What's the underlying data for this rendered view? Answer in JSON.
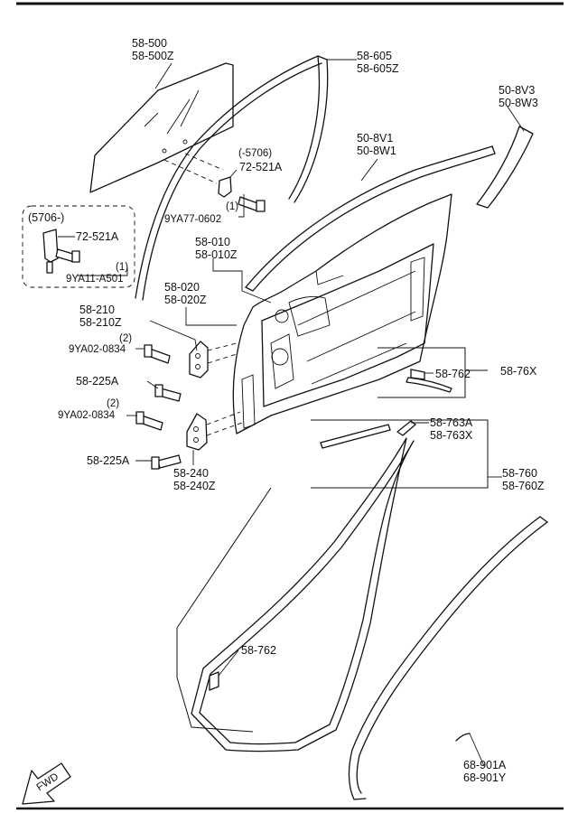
{
  "labels": {
    "glass": [
      "58-500",
      "58-500Z"
    ],
    "glass_channel": [
      "58-605",
      "58-605Z"
    ],
    "weatherstrip_upper": [
      "50-8V1",
      "50-8W1"
    ],
    "garnish": [
      "50-8V3",
      "50-8W3"
    ],
    "clip_5706_note": "(-5706)",
    "clip_a": "72-521A",
    "qty_1a": "(1)",
    "screw_a": "9YA77-0602",
    "inset_title": "(5706-)",
    "inset_clip": "72-521A",
    "inset_qty": "(1)",
    "inset_screw": "9YA11-A501",
    "door_panel": [
      "58-010",
      "58-010Z"
    ],
    "door_shell": [
      "58-020",
      "58-020Z"
    ],
    "upper_hinge": [
      "58-210",
      "58-210Z"
    ],
    "qty_2a": "(2)",
    "bolt_upper": "9YA02-0834",
    "bolt_225a_upper": "58-225A",
    "qty_2b": "(2)",
    "bolt_lower": "9YA02-0834",
    "bolt_225a_lower": "58-225A",
    "lower_hinge": [
      "58-240",
      "58-240Z"
    ],
    "clip_762_upper": "58-762",
    "seal_76x": "58-76X",
    "clip_763": [
      "58-763A",
      "58-763X"
    ],
    "seal_760": [
      "58-760",
      "58-760Z"
    ],
    "clip_762_lower": "58-762",
    "body_weatherstrip": [
      "68-901A",
      "68-901Y"
    ],
    "fwd": "FWD"
  }
}
